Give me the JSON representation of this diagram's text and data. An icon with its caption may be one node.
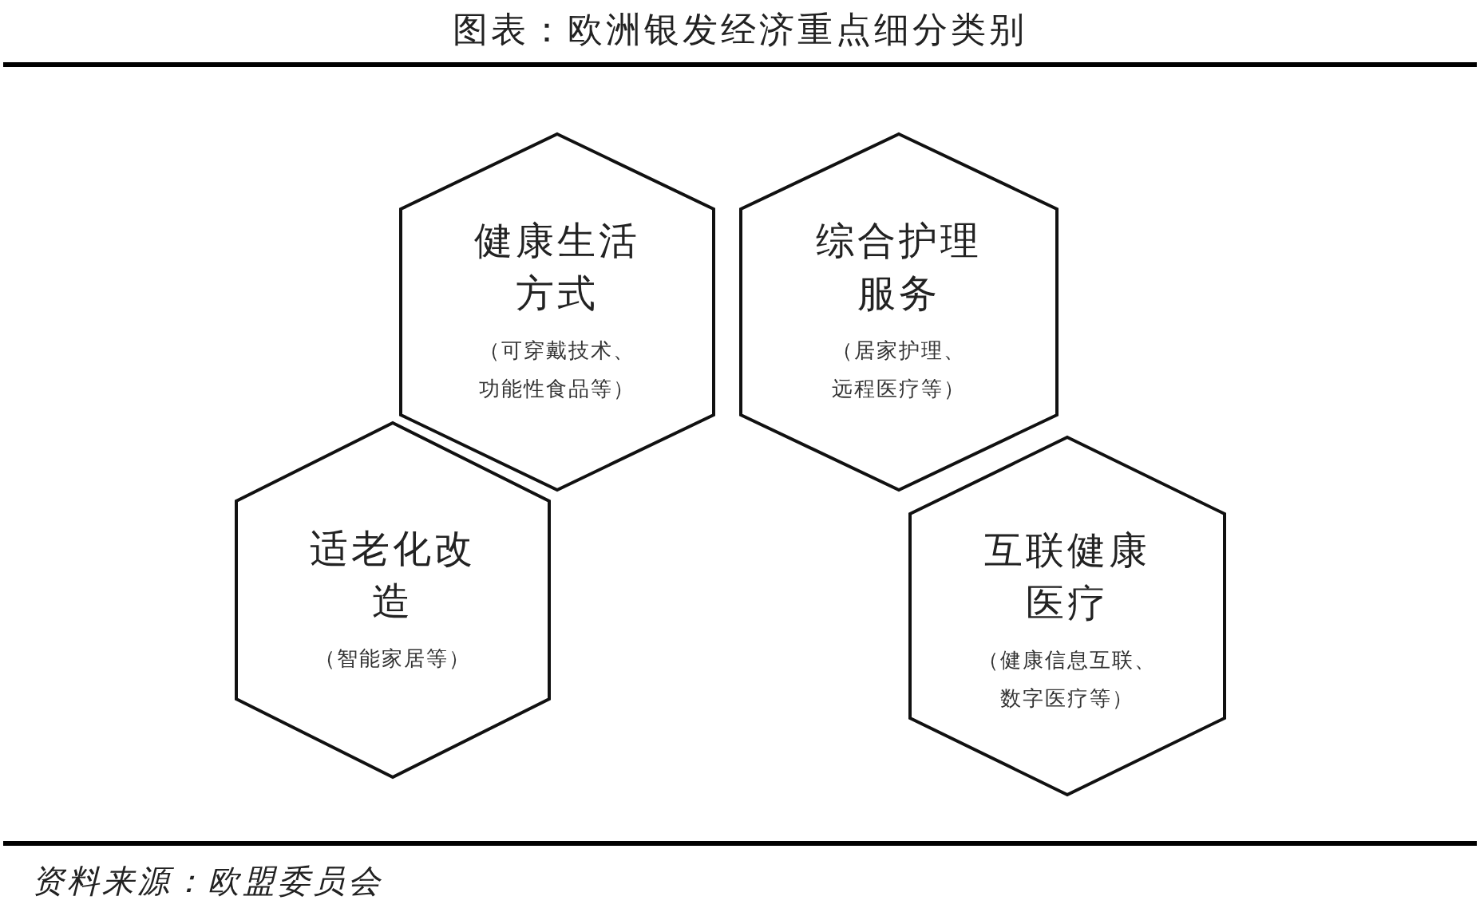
{
  "diagram": {
    "title": "图表：欧洲银发经济重点细分类别",
    "nodes": [
      {
        "text": [
          "健康生活方式",
          "（可穿戴技术、功能性食品等）"
        ]
      },
      {
        "text": [
          "综合护理服务",
          "（居家护理、远程医疗等）"
        ]
      },
      {
        "text": [
          "适老化改造",
          "（智能家居等）"
        ]
      },
      {
        "text": [
          "互联健康医疗",
          "（健康信息互联、数字医疗等）"
        ]
      }
    ],
    "caption": "资料来源：欧盟委员会"
  }
}
